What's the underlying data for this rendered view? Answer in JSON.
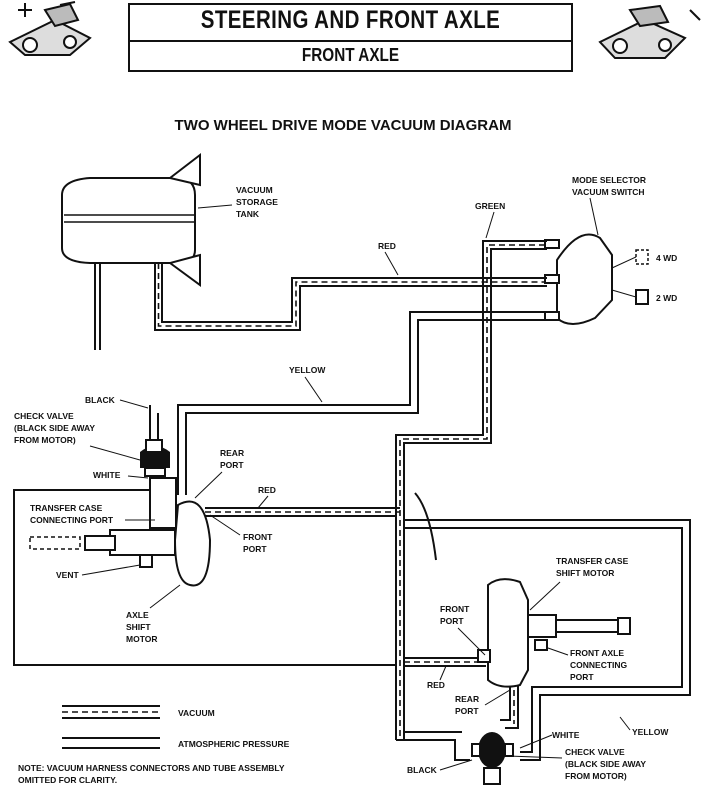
{
  "header": {
    "title": "STEERING AND FRONT AXLE",
    "subtitle": "FRONT AXLE"
  },
  "diagram": {
    "title": "TWO WHEEL DRIVE MODE VACUUM DIAGRAM",
    "labels": {
      "vacuum_storage_tank": [
        "VACUUM",
        "STORAGE",
        "TANK"
      ],
      "mode_selector": [
        "MODE SELECTOR",
        "VACUUM SWITCH"
      ],
      "green": "GREEN",
      "red_top": "RED",
      "four_wd": "4 WD",
      "two_wd": "2 WD",
      "yellow_top": "YELLOW",
      "black_top": "BLACK",
      "check_valve_left": [
        "CHECK VALVE",
        "(BLACK SIDE AWAY",
        "FROM MOTOR)"
      ],
      "white_left": "WHITE",
      "rear_port_top": [
        "REAR",
        "PORT"
      ],
      "red_mid": "RED",
      "transfer_case_port": [
        "TRANSFER CASE",
        "CONNECTING PORT"
      ],
      "front_port_mid": [
        "FRONT",
        "PORT"
      ],
      "vent": "VENT",
      "axle_shift_motor": [
        "AXLE",
        "SHIFT",
        "MOTOR"
      ],
      "transfer_case_motor": [
        "TRANSFER CASE",
        "SHIFT MOTOR"
      ],
      "front_port_low": [
        "FRONT",
        "PORT"
      ],
      "front_axle_port": [
        "FRONT AXLE",
        "CONNECTING",
        "PORT"
      ],
      "red_low": "RED",
      "rear_port_low": [
        "REAR",
        "PORT"
      ],
      "yellow_low": "YELLOW",
      "white_low": "WHITE",
      "check_valve_low": [
        "CHECK VALVE",
        "(BLACK SIDE AWAY",
        "FROM MOTOR)"
      ],
      "black_low": "BLACK"
    },
    "legend": {
      "vacuum": "VACUUM",
      "atmospheric": "ATMOSPHERIC PRESSURE"
    },
    "note": [
      "NOTE: VACUUM HARNESS CONNECTORS AND TUBE ASSEMBLY",
      "OMITTED FOR CLARITY."
    ]
  }
}
